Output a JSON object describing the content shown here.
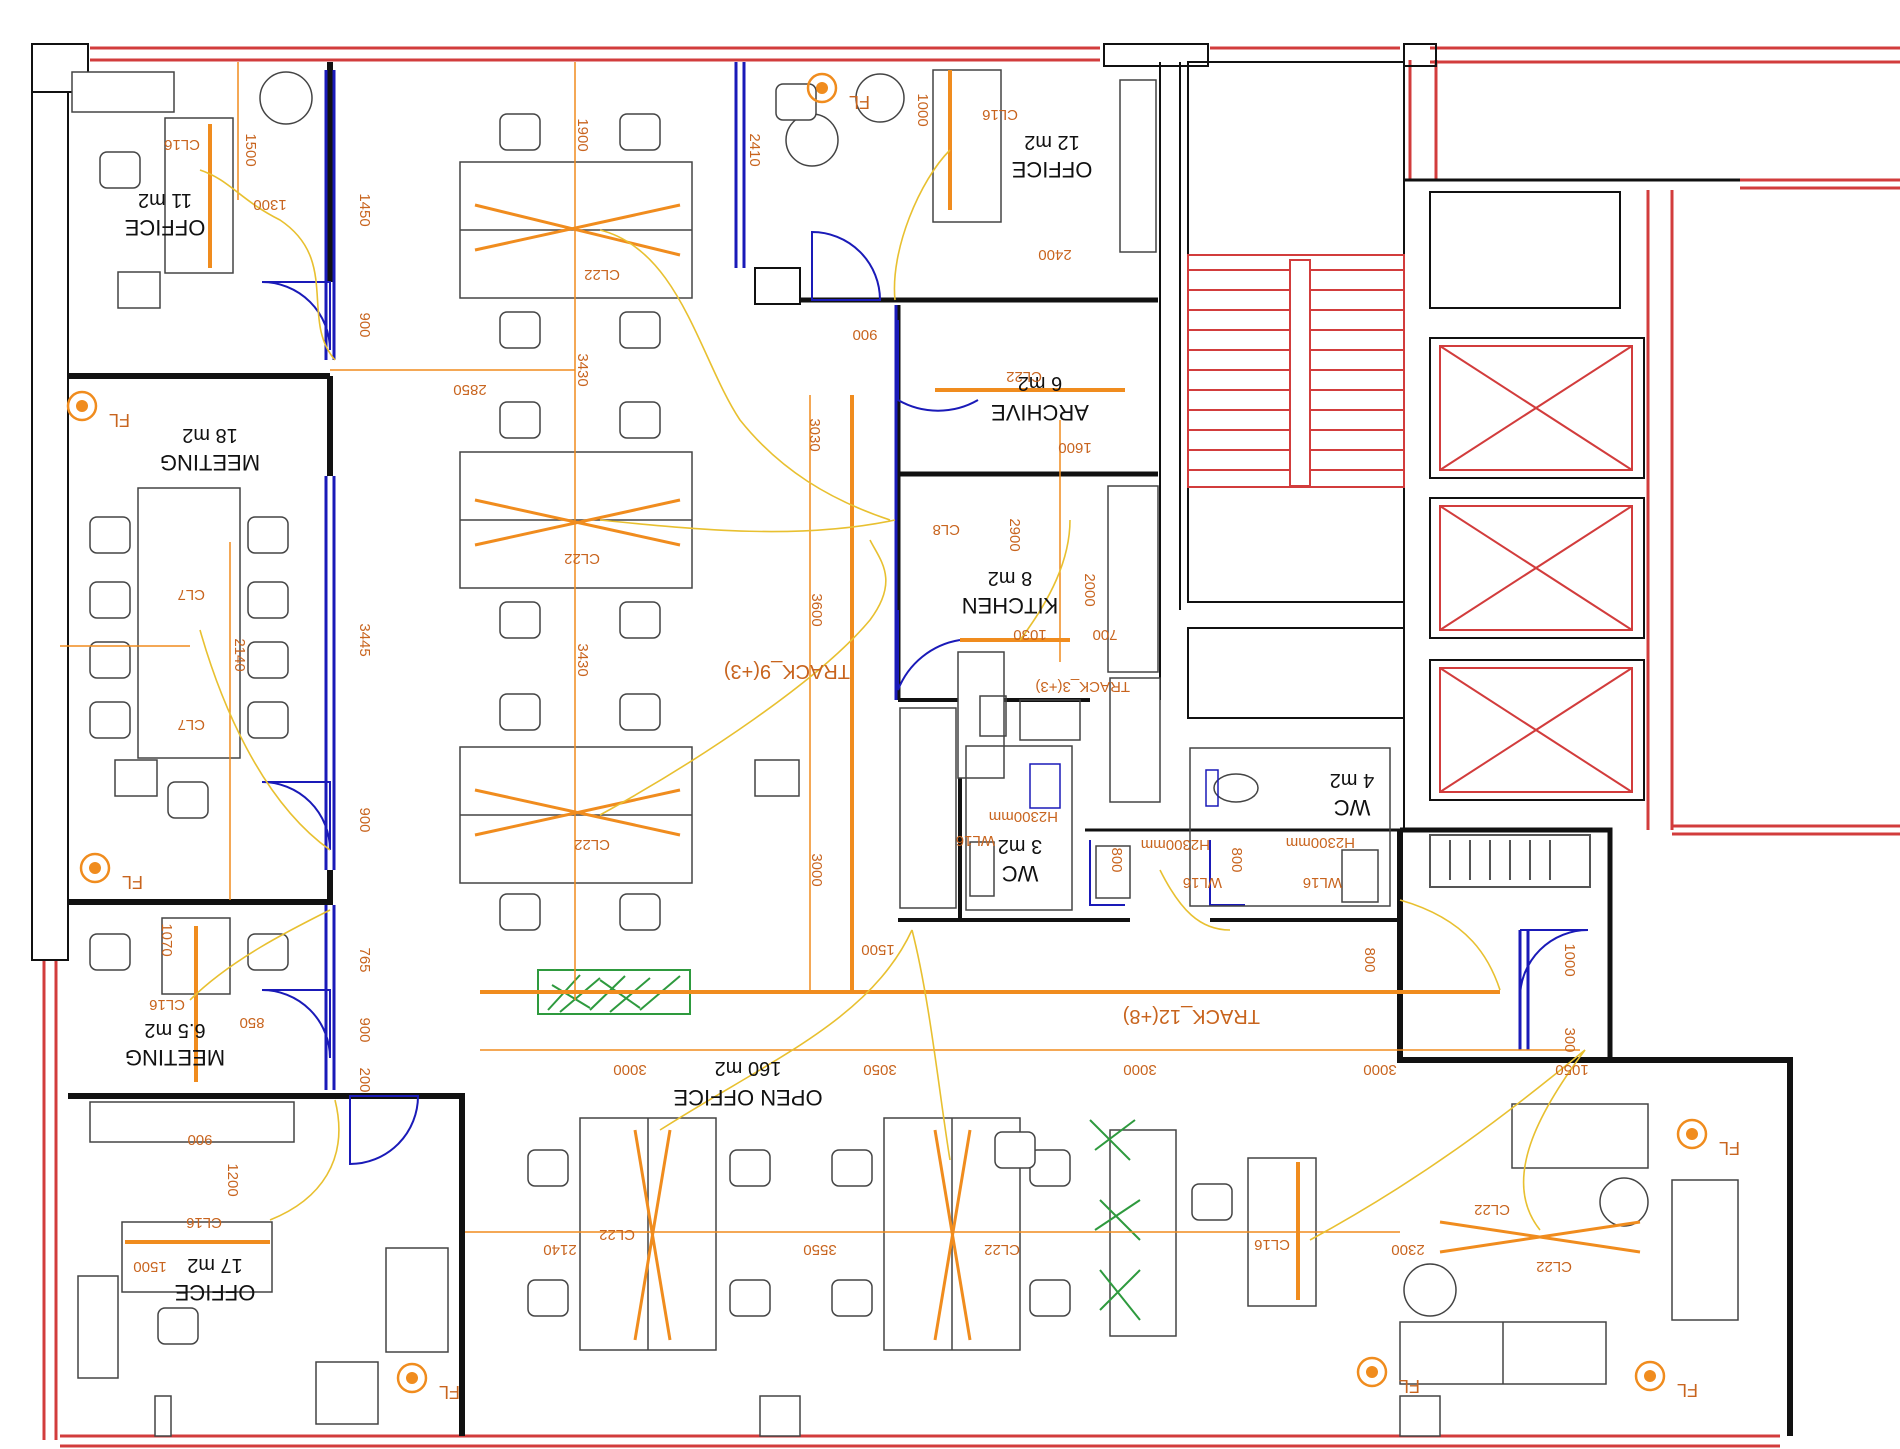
{
  "rooms": {
    "office_nw": {
      "name": "OFFICE",
      "area": "11 m2",
      "light": "CL16"
    },
    "office_ne": {
      "name": "OFFICE",
      "area": "12 m2",
      "light": "CL16"
    },
    "meeting_18": {
      "name": "MEETING",
      "area": "18 m2",
      "light": "CL7"
    },
    "meeting_65": {
      "name": "MEETING",
      "area": "6.5 m2",
      "light": "CL16"
    },
    "office_sw": {
      "name": "OFFICE",
      "area": "17 m2",
      "light": "CL16"
    },
    "archive": {
      "name": "ARCHIVE",
      "area": "6 m2",
      "light": "CL22"
    },
    "kitchen": {
      "name": "KITCHEN",
      "area": "8 m2",
      "light": "CL8"
    },
    "wc_3": {
      "name": "WC",
      "area": "3 m2",
      "light": "WL16"
    },
    "wc_4": {
      "name": "WC",
      "area": "4 m2",
      "light": "WL16"
    },
    "open_office": {
      "name": "OPEN OFFICE",
      "area": "160 m2",
      "light": "CL22"
    }
  },
  "tracks": {
    "track_vertical": "TRACK_9(+3)",
    "track_horizontal": "TRACK_12(+8)",
    "track_kitchen": "TRACK_3(+3)"
  },
  "heights": {
    "h_wc3": "H2300mm",
    "h_corr": "H2300mm",
    "h_wc4": "H2300mm"
  },
  "floor_lamp_label": "FL",
  "dimensions": {
    "d1500": "1500",
    "d1300": "1300",
    "d1450": "1450",
    "d900a": "900",
    "d2850": "2850",
    "d3445": "3445",
    "d900b": "900",
    "d765": "765",
    "d900c": "900",
    "d200": "200",
    "d2410": "2410",
    "d1000": "1000",
    "d2400": "2400",
    "d900d": "900",
    "d1600": "1600",
    "d3430a": "3430",
    "d3430b": "3430",
    "d1900": "1900",
    "d3600": "3600",
    "d3000v": "3000",
    "d3030": "3030",
    "d2000": "2000",
    "d2900": "2900",
    "d1030": "1030",
    "d700": "700",
    "d800a": "800",
    "d800b": "800",
    "d1500b": "1500",
    "d800c": "800",
    "d1000b": "1000",
    "d300": "300",
    "r3000a": "3000",
    "r3050": "3050",
    "r3000b": "3000",
    "r3000c": "3000",
    "r1050": "1050",
    "d2140": "2140",
    "d3550": "3550",
    "d2300": "2300",
    "d1200": "1200",
    "d1500c": "1500",
    "d1070": "1070",
    "d850": "850",
    "d900e": "900",
    "d2140b": "2140"
  },
  "colors": {
    "wall": "#111111",
    "glass": "#1a1ab8",
    "facade": "#d23c3c",
    "light": "#f08c1e",
    "wire": "#e8c030",
    "plant": "#2e9a3e",
    "furniture": "#444444"
  }
}
